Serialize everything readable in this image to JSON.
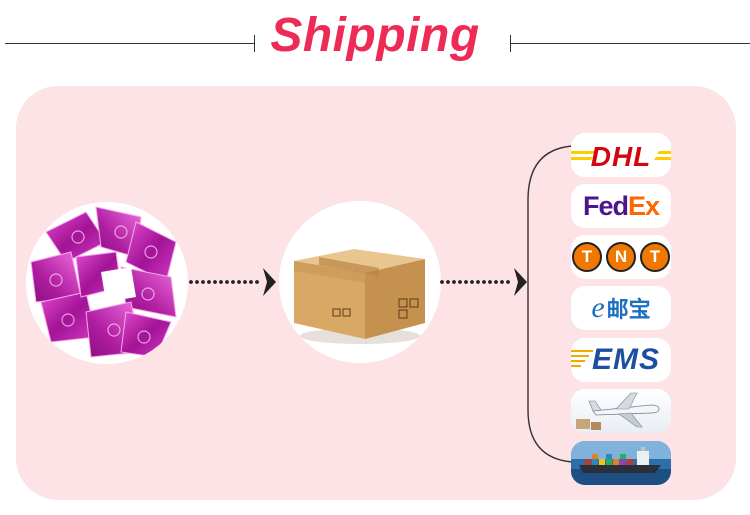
{
  "header": {
    "title": "Shipping"
  },
  "carriers": {
    "dhl": {
      "label": "DHL"
    },
    "fedex": {
      "label_fed": "Fed",
      "label_ex": "Ex"
    },
    "tnt": {
      "letters": [
        "T",
        "N",
        "T"
      ]
    },
    "eyoubao": {
      "label": "邮宝"
    },
    "ems": {
      "label": "EMS"
    }
  },
  "colors": {
    "title": "#ee2a57",
    "panel": "#fde3e6",
    "dhl_red": "#d40511",
    "dhl_yellow": "#ffcc00",
    "fedex_purple": "#4d148c",
    "fedex_orange": "#ff6600",
    "tnt_orange": "#f07800",
    "ems_blue": "#1c4fa0",
    "eyoubao_blue": "#1d6fc0"
  },
  "icons": [
    "product-pile-image",
    "cardboard-box-image",
    "airplane-image",
    "cargo-ship-image",
    "arrow-right-icon"
  ]
}
